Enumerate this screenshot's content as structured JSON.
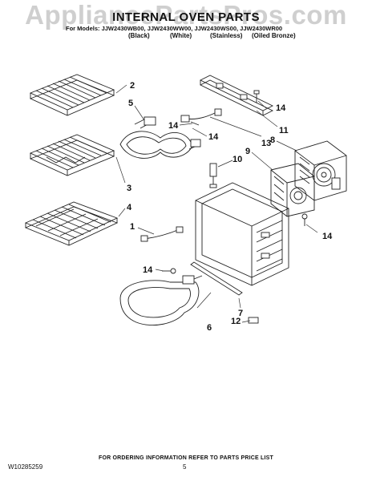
{
  "header": {
    "watermark": "AppliancePartsPros.com",
    "title": "INTERNAL OVEN PARTS",
    "models_line": "For Models: JJW2430WB00, JJW2430WW00, JJW2430WS00, JJW2430WR00",
    "finishes": [
      "(Black)",
      "(White)",
      "(Stainless)",
      "(Oiled Bronze)"
    ]
  },
  "callouts": [
    "1",
    "2",
    "3",
    "4",
    "5",
    "6",
    "7",
    "8",
    "9",
    "10",
    "11",
    "12",
    "13",
    "14",
    "14",
    "14",
    "14",
    "14"
  ],
  "footer": {
    "ordering_note": "FOR ORDERING INFORMATION REFER TO PARTS PRICE LIST",
    "doc_id": "W10285259",
    "page_number": "5"
  }
}
